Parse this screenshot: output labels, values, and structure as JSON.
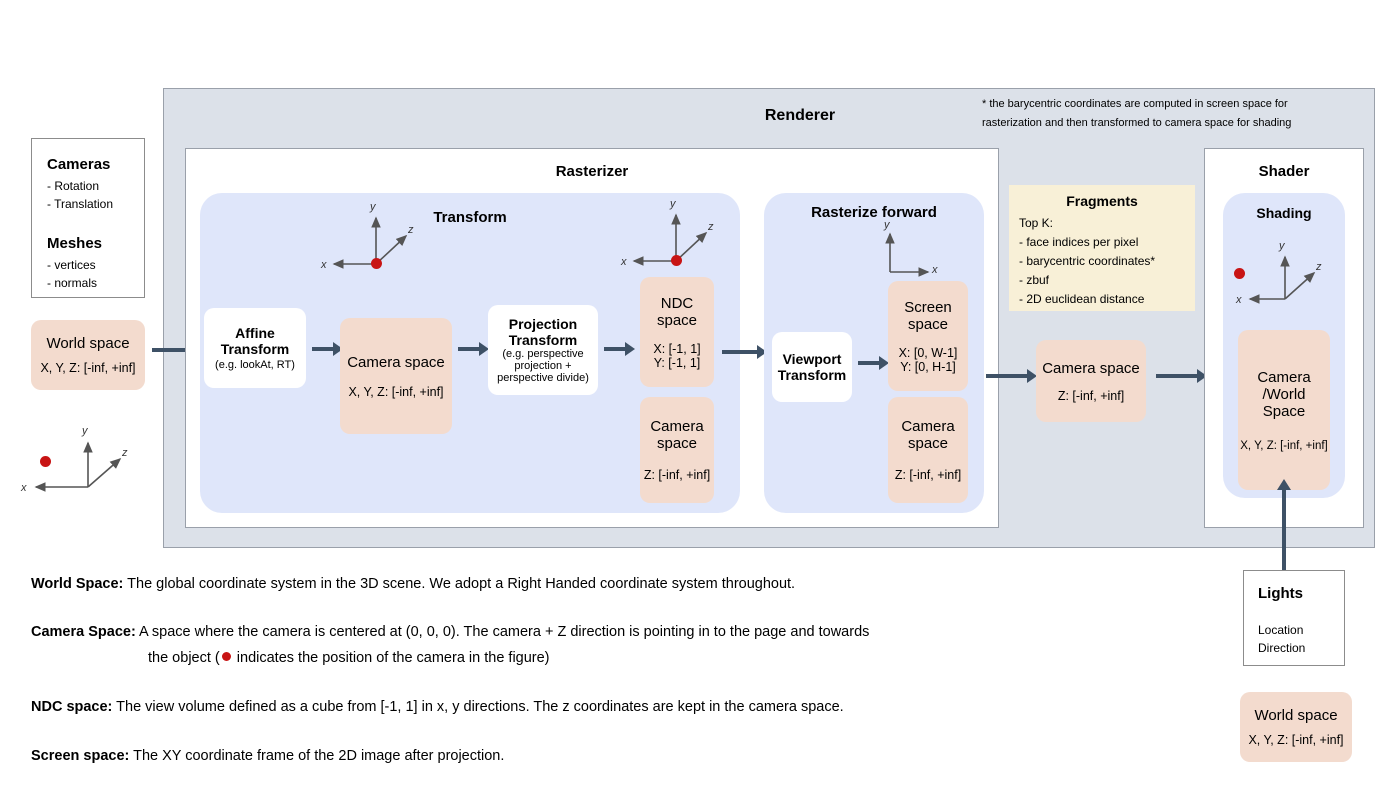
{
  "inputs_panel": {
    "groups": [
      {
        "title": "Cameras",
        "items": [
          "- Rotation",
          "- Translation"
        ]
      },
      {
        "title": "Meshes",
        "items": [
          "- vertices",
          "- normals"
        ]
      }
    ]
  },
  "world_space_box": {
    "name": "World space",
    "range": "X, Y, Z: [-inf, +inf]"
  },
  "renderer": {
    "title": "Renderer",
    "footnote_line1": "* the barycentric coordinates are computed in screen space for",
    "footnote_line2": "rasterization and then transformed to camera space for shading"
  },
  "rasterizer": {
    "title": "Rasterizer",
    "transform": {
      "title": "Transform",
      "affine": {
        "line1": "Affine",
        "line2": "Transform",
        "note": "(e.g. lookAt, RT)"
      },
      "camera_space": {
        "name": "Camera space",
        "range": "X, Y, Z: [-inf, +inf]"
      },
      "projection": {
        "line1": "Projection",
        "line2": "Transform",
        "note_line1": "(e.g. perspective",
        "note_line2": "projection +",
        "note_line3": "perspective divide)"
      },
      "ndc_space": {
        "name_line1": "NDC",
        "name_line2": "space",
        "range_x": "X: [-1, 1]",
        "range_y": "Y: [-1, 1]"
      },
      "camera_space_z": {
        "name_line1": "Camera",
        "name_line2": "space",
        "range": "Z: [-inf, +inf]"
      }
    },
    "rasterize_forward": {
      "title": "Rasterize forward",
      "viewport": {
        "line1": "Viewport",
        "line2": "Transform"
      },
      "screen_space": {
        "name_line1": "Screen",
        "name_line2": "space",
        "range_x": "X: [0, W-1]",
        "range_y": "Y: [0,  H-1]"
      },
      "camera_space_z": {
        "name_line1": "Camera",
        "name_line2": "space",
        "range": "Z: [-inf, +inf]"
      }
    }
  },
  "fragments": {
    "title": "Fragments",
    "lead": "Top K:",
    "items": [
      "- face indices per pixel",
      "- barycentric coordinates*",
      "- zbuf",
      "- 2D euclidean distance"
    ]
  },
  "fragments_camera_space": {
    "name": "Camera space",
    "range": "Z: [-inf, +inf]"
  },
  "shader": {
    "title": "Shader",
    "shading_title": "Shading",
    "camera_world_space": {
      "name_line1": "Camera",
      "name_line2": "/World",
      "name_line3": "Space",
      "range": "X, Y, Z: [-inf, +inf]"
    }
  },
  "lights": {
    "title": "Lights",
    "items": [
      "Location",
      "Direction"
    ]
  },
  "lights_world_space": {
    "name": "World space",
    "range": "X, Y, Z: [-inf, +inf]"
  },
  "axes": {
    "x": "x",
    "y": "y",
    "z": "z"
  },
  "descriptions": [
    {
      "term": "World Space:",
      "text": " The global coordinate system in the 3D scene. We adopt a Right Handed coordinate system throughout."
    },
    {
      "term": "Camera Space:",
      "text": " A space where the camera is centered at (0, 0, 0). The camera + Z direction is pointing in to the page and towards",
      "text2_pre": "the object (",
      "text2_post": " indicates the position of the camera in the figure)"
    },
    {
      "term": "NDC space:",
      "text": " The view volume defined as a cube from [-1, 1] in x, y directions. The z coordinates are kept in the camera space."
    },
    {
      "term": "Screen space:",
      "text": " The XY coordinate frame of the 2D image after projection."
    }
  ],
  "colors": {
    "peach": "#F3DBCE",
    "light_blue": "#DFE6FA",
    "renderer_gray": "#DCE1E9",
    "fragments_yellow": "#F8F0D7",
    "arrow": "#3E5166",
    "camera_dot": "#C81414"
  }
}
